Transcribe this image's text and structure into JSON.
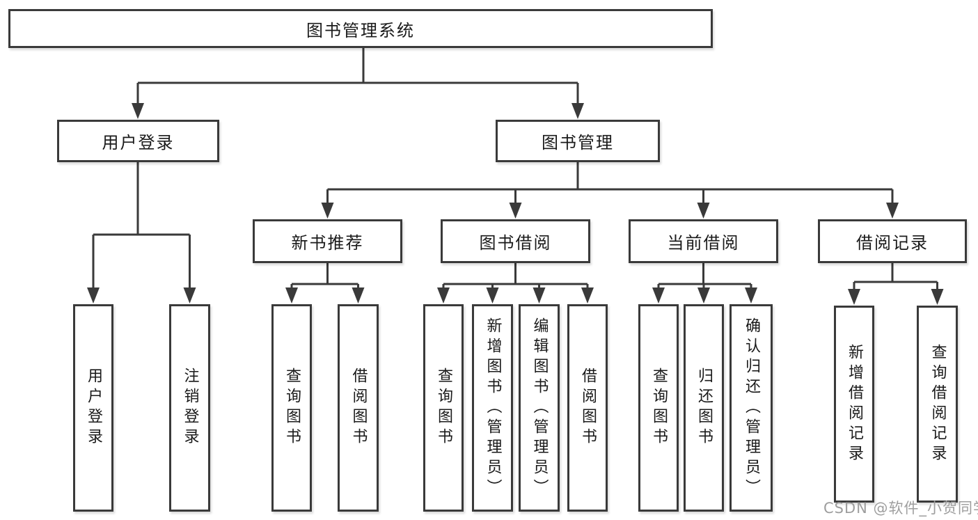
{
  "diagram": {
    "root": {
      "label": "图书管理系统"
    },
    "branches": {
      "user_login": {
        "label": "用户登录",
        "children": [
          "用户登录",
          "注销登录"
        ]
      },
      "book_management": {
        "label": "图书管理",
        "sections": {
          "new_book_recommend": {
            "label": "新书推荐",
            "children": [
              "查询图书",
              "借阅图书"
            ]
          },
          "book_borrow": {
            "label": "图书借阅",
            "children": [
              "查询图书",
              "新增图书（管理员）",
              "编辑图书（管理员）",
              "借阅图书"
            ]
          },
          "current_borrow": {
            "label": "当前借阅",
            "children": [
              "查询图书",
              "归还图书",
              "确认归还（管理员）"
            ]
          },
          "borrow_record": {
            "label": "借阅记录",
            "children": [
              "新增借阅记录",
              "查询借阅记录"
            ]
          }
        }
      }
    },
    "watermark": "CSDN @软件_小贺同学"
  },
  "colors": {
    "line": "#3a3a3a",
    "text": "#1a1a1a",
    "box_background": "#ffffff",
    "watermark": "#9e9e9e"
  }
}
